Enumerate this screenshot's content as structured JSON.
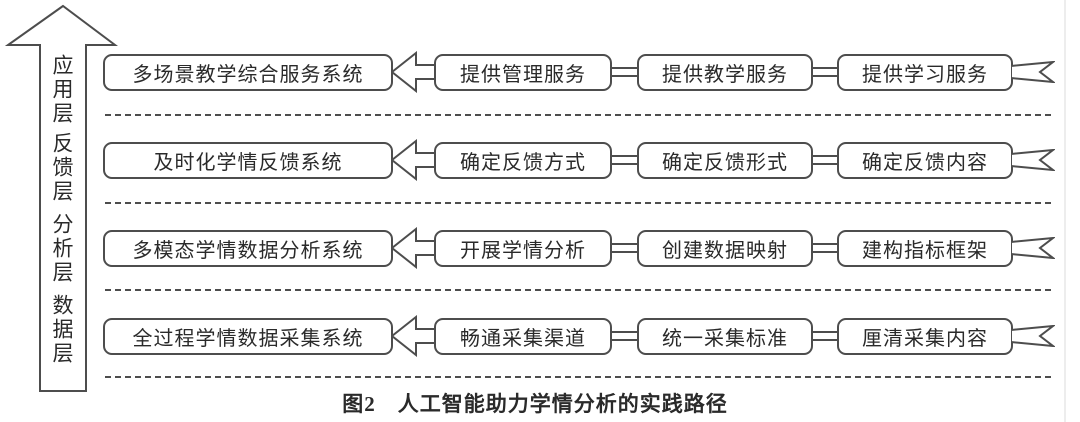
{
  "caption": "图2　人工智能助力学情分析的实践路径",
  "layer_arrow": {
    "labels": [
      "应用层",
      "反馈层",
      "分析层",
      "数据层"
    ]
  },
  "rows": [
    {
      "system": "多场景教学综合服务系统",
      "steps": [
        "提供管理服务",
        "提供教学服务",
        "提供学习服务"
      ]
    },
    {
      "system": "及时化学情反馈系统",
      "steps": [
        "确定反馈方式",
        "确定反馈形式",
        "确定反馈内容"
      ]
    },
    {
      "system": "多模态学情数据分析系统",
      "steps": [
        "开展学情分析",
        "创建数据映射",
        "建构指标框架"
      ]
    },
    {
      "system": "全过程学情数据采集系统",
      "steps": [
        "畅通采集渠道",
        "统一采集标准",
        "厘清采集内容"
      ]
    }
  ],
  "colors": {
    "line": "#4d4d4d",
    "text": "#2a2a2a",
    "background": "#ffffff"
  }
}
